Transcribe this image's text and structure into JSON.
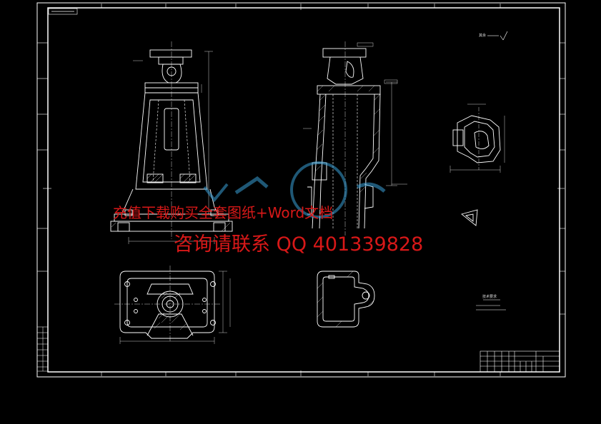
{
  "watermark": {
    "line1": "充值下载购买全套图纸+Word文档",
    "line2": "咨询请联系 QQ 401339828"
  },
  "drawing": {
    "colors": {
      "background": "#000000",
      "line": "#ffffff",
      "watermark": "#d81818",
      "logo": "#3aa0d8",
      "dim": "#00c8ff"
    },
    "roughness_note": "其余",
    "technical_requirements_title": "技术要求"
  }
}
